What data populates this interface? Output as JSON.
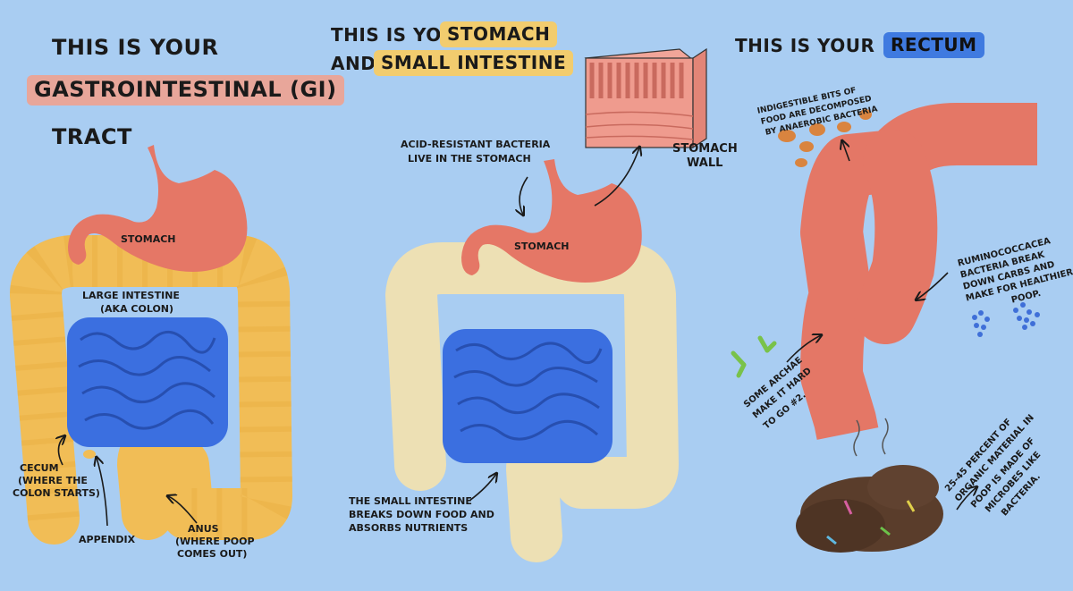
{
  "panel1": {
    "title_line1": "THIS IS YOUR",
    "title_highlight": "GASTROINTESTINAL (GI)",
    "title_line3": "TRACT",
    "labels": {
      "stomach": "STOMACH",
      "large_intestine_1": "LARGE INTESTINE",
      "large_intestine_2": "(AKA COLON)",
      "cecum_1": "CECUM",
      "cecum_2": "(WHERE THE",
      "cecum_3": "COLON STARTS)",
      "appendix": "APPENDIX",
      "anus_1": "ANUS",
      "anus_2": "(WHERE POOP",
      "anus_3": "COMES OUT)"
    }
  },
  "panel2": {
    "title_prefix": "THIS IS YOUR",
    "title_highlight1": "STOMACH",
    "title_and": "AND",
    "title_highlight2": "SMALL INTESTINE",
    "labels": {
      "bacteria_1": "ACID-RESISTANT BACTERIA",
      "bacteria_2": "LIVE IN THE STOMACH",
      "stomach_wall_1": "STOMACH",
      "stomach_wall_2": "WALL",
      "stomach": "STOMACH",
      "small_int_1": "THE SMALL INTESTINE",
      "small_int_2": "BREAKS DOWN FOOD AND",
      "small_int_3": "ABSORBS NUTRIENTS"
    }
  },
  "panel3": {
    "title_prefix": "THIS IS YOUR",
    "title_highlight": "RECTUM",
    "labels": {
      "indigestible_1": "INDIGESTIBLE BITS OF",
      "indigestible_2": "FOOD ARE DECOMPOSED",
      "indigestible_3": "BY ANAEROBIC BACTERIA",
      "rumino_1": "RUMINOCOCCACEA",
      "rumino_2": "BACTERIA BREAK",
      "rumino_3": "DOWN CARBS AND",
      "rumino_4": "MAKE FOR HEALTHIER",
      "rumino_5": "POOP.",
      "archae_1": "SOME ARCHAE",
      "archae_2": "MAKE IT HARD",
      "archae_3": "TO GO #2.",
      "poop_1": "25-45 PERCENT OF",
      "poop_2": "ORGANIC MATERIAL IN",
      "poop_3": "POOP IS MADE OF",
      "poop_4": "MICROBES LIKE",
      "poop_5": "BACTERIA."
    }
  },
  "colors": {
    "background": "#a9cdf2",
    "stomach": "#e57766",
    "large_intestine": "#f1bd56",
    "small_intestine": "#3b6fe0",
    "pale_colon": "#ede0b4",
    "rectum": "#e47766",
    "poop": "#5a3d2b",
    "highlight_pink": "#e8a69a",
    "highlight_yellow": "#f2cc6e",
    "highlight_blue": "#3f7ae0"
  }
}
